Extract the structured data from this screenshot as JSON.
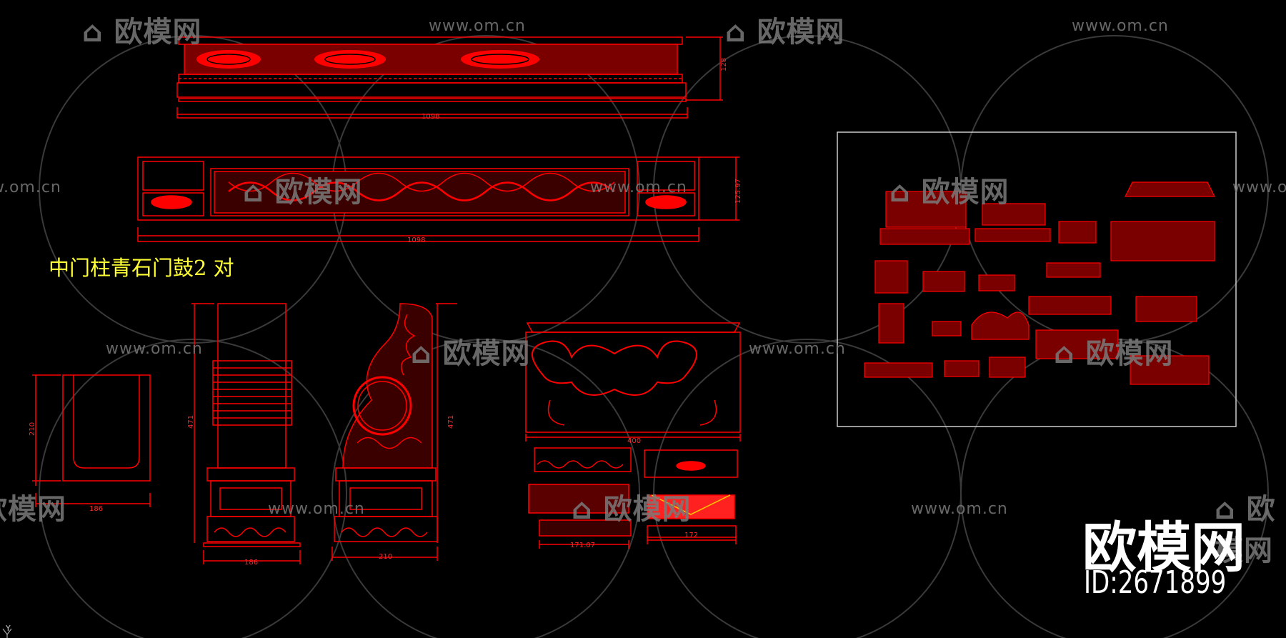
{
  "drawing_title": "中门柱青石门鼓2 对",
  "brand_name": "欧模网",
  "brand_id": "ID:2671899",
  "watermark_logo_text": "欧模网",
  "watermark_url": "www.om.cn",
  "dimensions": {
    "top_width": "1098",
    "top_height": "128",
    "second_width": "1098",
    "second_height": "125.97",
    "block_height": "210",
    "block_width": "186",
    "pillar_height": "471",
    "pillar_width": "186",
    "drum_height": "471",
    "drum_width": "210",
    "cloud_width": "400",
    "base_a_width": "171.07",
    "base_b_width": "172"
  },
  "axis_label": "Y",
  "colors": {
    "background": "#000000",
    "line": "#ff0000",
    "title": "#ffff33",
    "watermark": "#7a7a7a",
    "brand": "#ffffff"
  }
}
